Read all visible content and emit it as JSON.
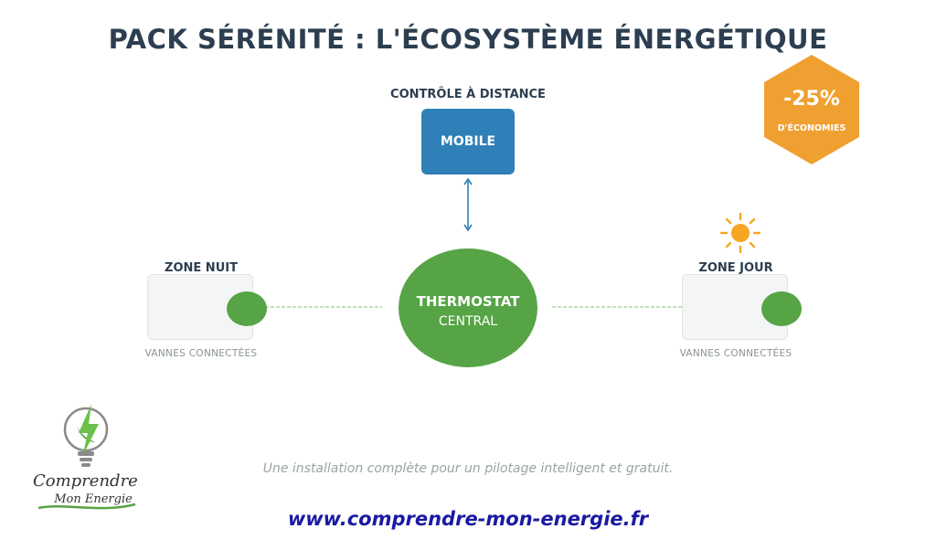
{
  "title": "PACK SÉRÉNITÉ : L'ÉCOSYSTÈME ÉNERGÉTIQUE",
  "remote": {
    "label": "CONTRÔLE À DISTANCE",
    "device": "MOBILE"
  },
  "badge": {
    "value": "-25%",
    "label": "D'ÉCONOMIES",
    "color": "#f0a030"
  },
  "zones": {
    "night": {
      "title": "ZONE NUIT",
      "subtitle": "VANNES CONNECTÉES",
      "icon": "moon-icon"
    },
    "day": {
      "title": "ZONE JOUR",
      "subtitle": "VANNES CONNECTÉES",
      "icon": "sun-icon"
    }
  },
  "thermostat": {
    "title": "THERMOSTAT",
    "subtitle": "CENTRAL"
  },
  "caption": "Une installation complète pour un pilotage intelligent et gratuit.",
  "website": "www.comprendre-mon-energie.fr",
  "logo": {
    "line1": "Comprendre",
    "line2": "Mon Energie",
    "icon": "lightbulb-bolt-icon"
  },
  "colors": {
    "green": "#56a445",
    "blue": "#2f80b9",
    "orange": "#f0a030",
    "dark": "#2c3e50"
  }
}
